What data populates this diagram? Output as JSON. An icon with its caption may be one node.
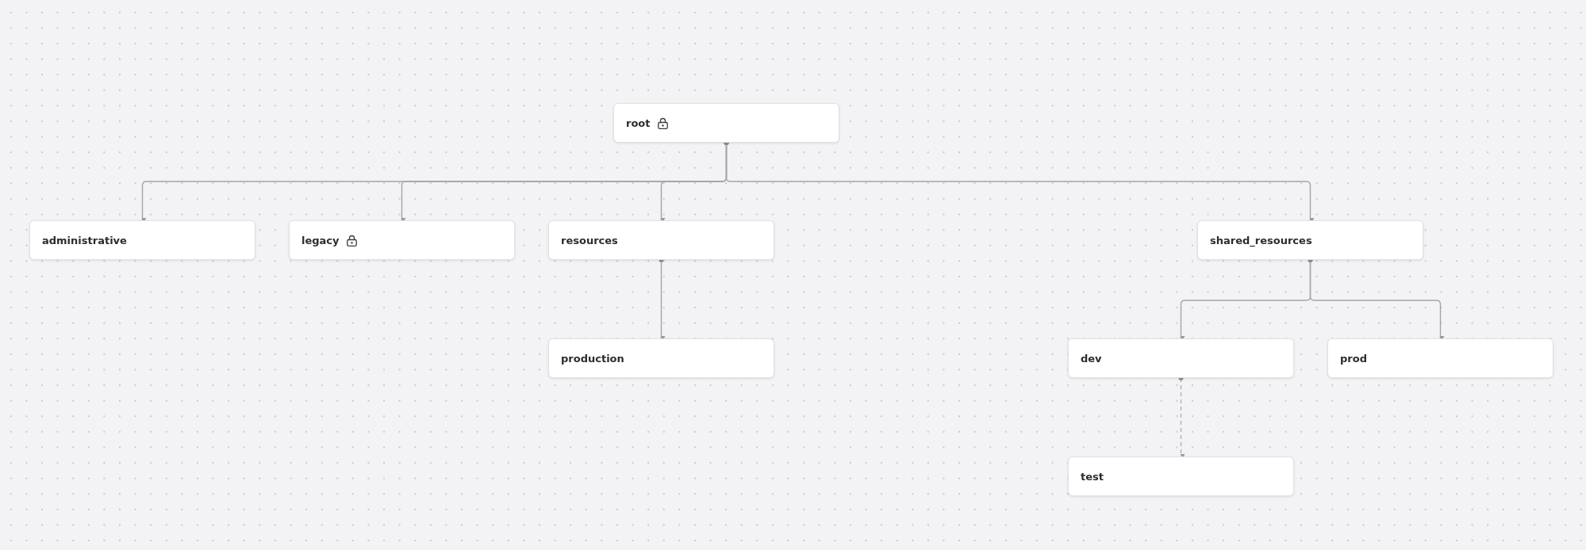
{
  "diagram": {
    "nodes": [
      {
        "text": [
          "root"
        ]
      },
      {
        "text": [
          "administrative"
        ]
      },
      {
        "text": [
          "legacy"
        ]
      },
      {
        "text": [
          "resources"
        ]
      },
      {
        "text": [
          "shared_resources"
        ]
      },
      {
        "text": [
          "production"
        ]
      },
      {
        "text": [
          "dev"
        ]
      },
      {
        "text": [
          "prod"
        ]
      },
      {
        "text": [
          "test"
        ]
      }
    ],
    "edges": [
      {
        "from": 0,
        "to": 1,
        "arrow": "to"
      },
      {
        "from": 0,
        "to": 2,
        "arrow": "to"
      },
      {
        "from": 0,
        "to": 3,
        "arrow": "to"
      },
      {
        "from": 0,
        "to": 4,
        "arrow": "to"
      },
      {
        "from": 3,
        "to": 5,
        "arrow": "to"
      },
      {
        "from": 4,
        "to": 6,
        "arrow": "to"
      },
      {
        "from": 4,
        "to": 7,
        "arrow": "to"
      },
      {
        "from": 6,
        "to": 8,
        "arrow": "to",
        "style": "dashed"
      }
    ]
  }
}
